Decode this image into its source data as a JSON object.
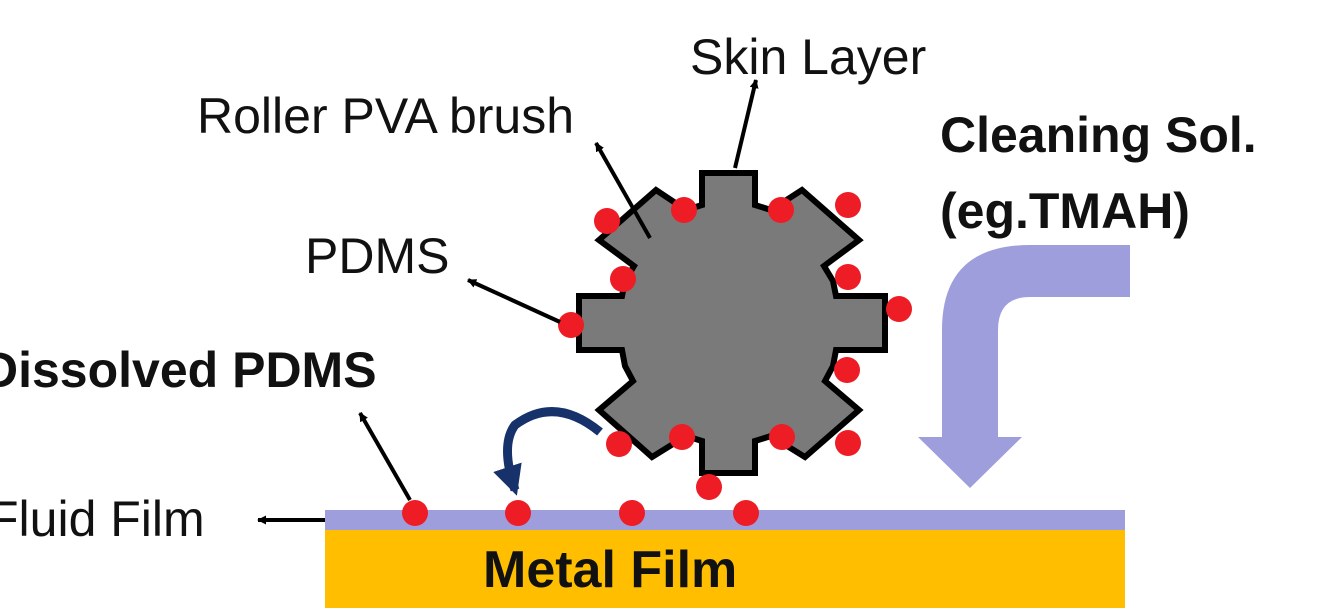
{
  "labels": {
    "skin_layer": "Skin Layer",
    "roller_pva_brush": "Roller PVA brush",
    "pdms": "PDMS",
    "dissolved_pdms": "Dissolved PDMS",
    "fluid_film": "Fluid Film",
    "cleaning_sol_line1": "Cleaning Sol.",
    "cleaning_sol_line2": "(eg.TMAH)",
    "metal_film": "Metal Film"
  },
  "colors": {
    "brush_fill": "#7a7a7a",
    "brush_stroke": "#000000",
    "particle": "#ee1c24",
    "fluid_film": "#9e9edc",
    "metal_film": "#ffbf00",
    "flow_arrow": "#9e9edc",
    "curved_arrow": "#17326b",
    "pointer_arrow": "#000000"
  }
}
